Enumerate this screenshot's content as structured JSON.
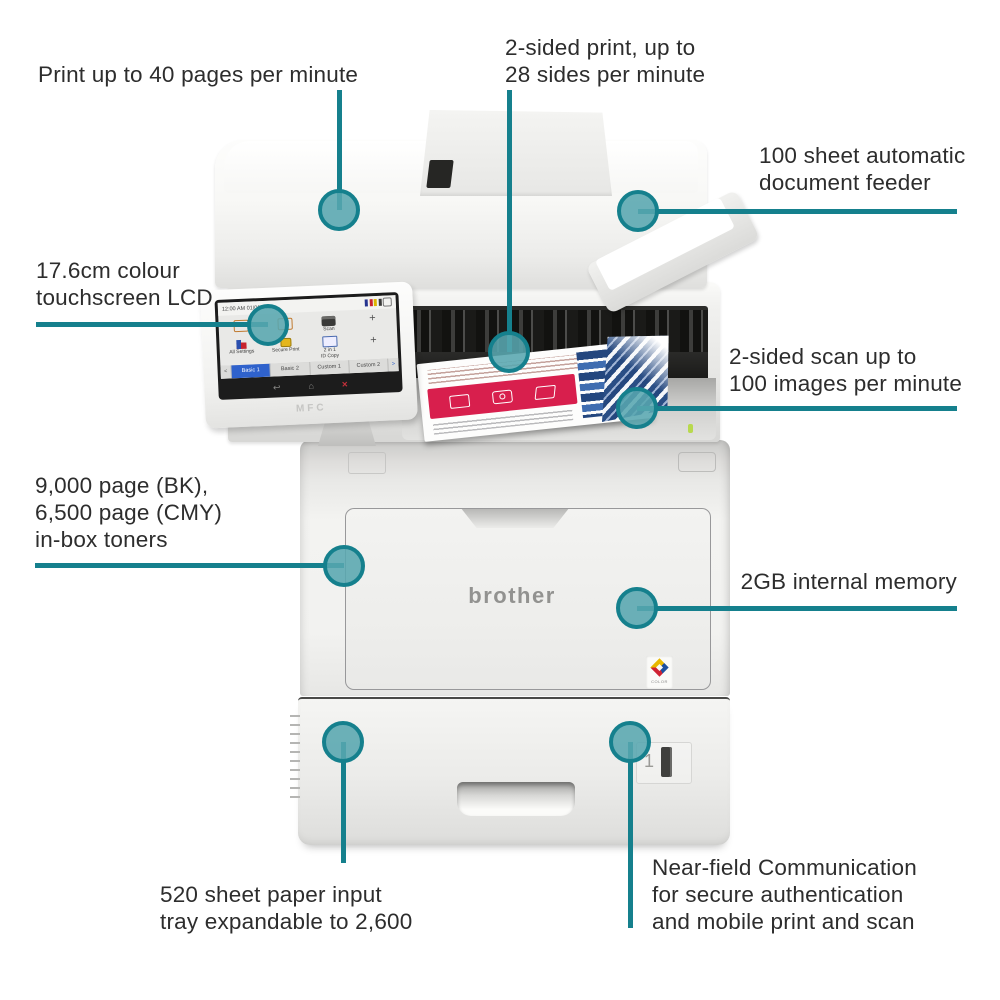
{
  "callouts": {
    "print_speed": {
      "lines": [
        "Print up to 40 pages per minute"
      ]
    },
    "duplex_print": {
      "lines": [
        "2-sided print, up to",
        "28 sides per minute"
      ]
    },
    "adf": {
      "lines": [
        "100 sheet automatic",
        "document feeder"
      ]
    },
    "lcd": {
      "lines": [
        "17.6cm colour",
        "touchscreen LCD"
      ]
    },
    "duplex_scan": {
      "lines": [
        "2-sided scan up to",
        "100 images per minute"
      ]
    },
    "toners": {
      "lines": [
        "9,000 page (BK),",
        "6,500 page (CMY)",
        "in-box toners"
      ]
    },
    "memory": {
      "lines": [
        "2GB internal memory"
      ]
    },
    "paper_tray": {
      "lines": [
        "520 sheet paper input",
        "tray expandable to 2,600"
      ]
    },
    "nfc": {
      "lines": [
        "Near-field Communication",
        "for secure authentication",
        "and mobile print and scan"
      ]
    }
  },
  "printer": {
    "brand": "brother",
    "panel_label": "MFC",
    "tray_number": "1",
    "color_badge": "COLOR",
    "lcd": {
      "status": "12:00 AM 01/01/2021",
      "scan": "Scan",
      "all_settings": "All Settings",
      "secure_print": "Secure Print",
      "id_copy_l1": "2 in 1",
      "id_copy_l2": "ID Copy",
      "add": "+",
      "tabs": [
        "Basic 1",
        "Basic 2",
        "Custom 1",
        "Custom 2"
      ],
      "nav_prev": "<",
      "nav_next": ">"
    }
  },
  "colors": {
    "teal_line": "#15808D",
    "teal_fill": "#58A6AF",
    "label_text": "#2D2D2D",
    "page_banner_red": "#D81F4D",
    "active_tab_blue": "#2F62CC"
  }
}
